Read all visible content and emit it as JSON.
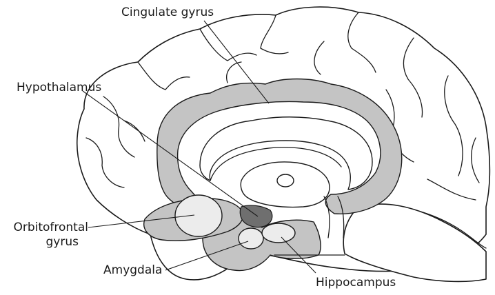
{
  "labels": {
    "cingulate": "Cingulate gyrus",
    "hypothalamus": "Hypothalamus",
    "orbitofrontal_line1": "Orbitofrontal",
    "orbitofrontal_line2": "gyrus",
    "amygdala": "Amygdala",
    "hippocampus": "Hippocampus"
  },
  "colors": {
    "limbic_fill": "#c4c4c4",
    "hypothalamus_fill": "#6f6f6f",
    "highlight_fill": "#ececec",
    "outline": "#1a1a1a"
  }
}
